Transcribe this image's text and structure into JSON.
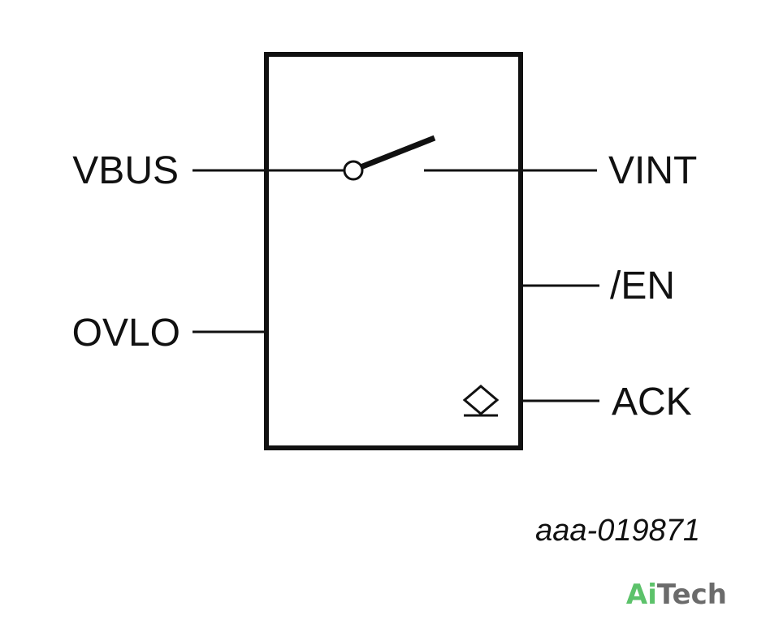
{
  "diagram": {
    "pins_left": [
      {
        "id": "vbus",
        "label": "VBUS"
      },
      {
        "id": "ovlo",
        "label": "OVLO"
      }
    ],
    "pins_right": [
      {
        "id": "vint",
        "label": "VINT"
      },
      {
        "id": "en",
        "label": "/EN"
      },
      {
        "id": "ack",
        "label": "ACK"
      }
    ],
    "doc_id": "aaa-019871",
    "stroke_color": "#111111"
  },
  "watermark": {
    "part1": "Ai",
    "part2": "Tech",
    "color1": "#5cc26a",
    "color2": "#6b6b6b"
  }
}
